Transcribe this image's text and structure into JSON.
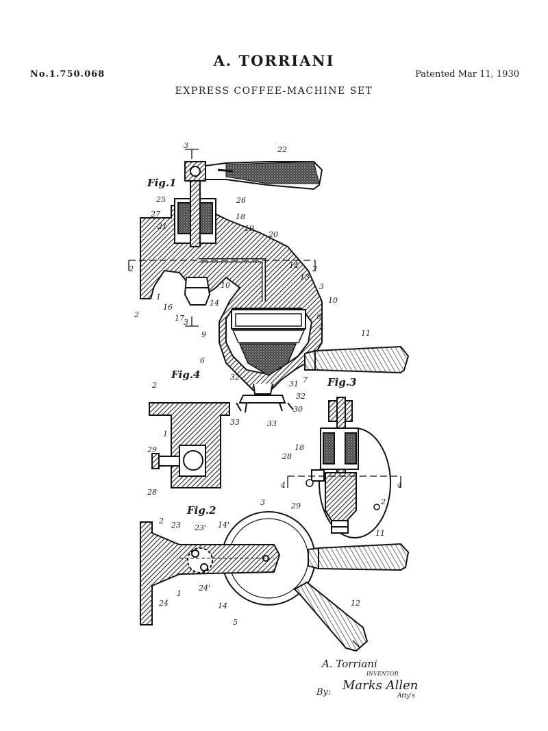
{
  "header": {
    "inventor": "A. TORRIANI",
    "patent_number": "No.1.750.068",
    "patent_date": "Patented Mar 11, 1930",
    "title": "EXPRESS COFFEE-MACHINE SET"
  },
  "figures": {
    "fig1": "Fig.1",
    "fig2": "Fig.2",
    "fig3": "Fig.3",
    "fig4": "Fig.4"
  },
  "signature": {
    "inventor_name": "A. Torriani",
    "inventor_role": "INVENTOR",
    "by": "By:",
    "attorney": "Marks Allen",
    "attorney_role": "Atty's"
  },
  "ref_numbers": {
    "n1": "1",
    "n2": "2",
    "n3": "3",
    "n4": "4",
    "n5": "5",
    "n6": "6",
    "n7": "7",
    "n8": "8",
    "n9": "9",
    "n10": "10",
    "n11": "11",
    "n12": "12",
    "n13": "13",
    "n14": "14",
    "n14p": "14'",
    "n16": "16",
    "n17": "17",
    "n18": "18",
    "n19": "19",
    "n20": "20",
    "n21": "21",
    "n22": "22",
    "n23": "23",
    "n23p": "23'",
    "n24": "24",
    "n24p": "24'",
    "n25": "25",
    "n26": "26",
    "n27": "27",
    "n28": "28",
    "n29": "29",
    "n30": "30",
    "n31": "31",
    "n32": "32",
    "n33": "33"
  }
}
